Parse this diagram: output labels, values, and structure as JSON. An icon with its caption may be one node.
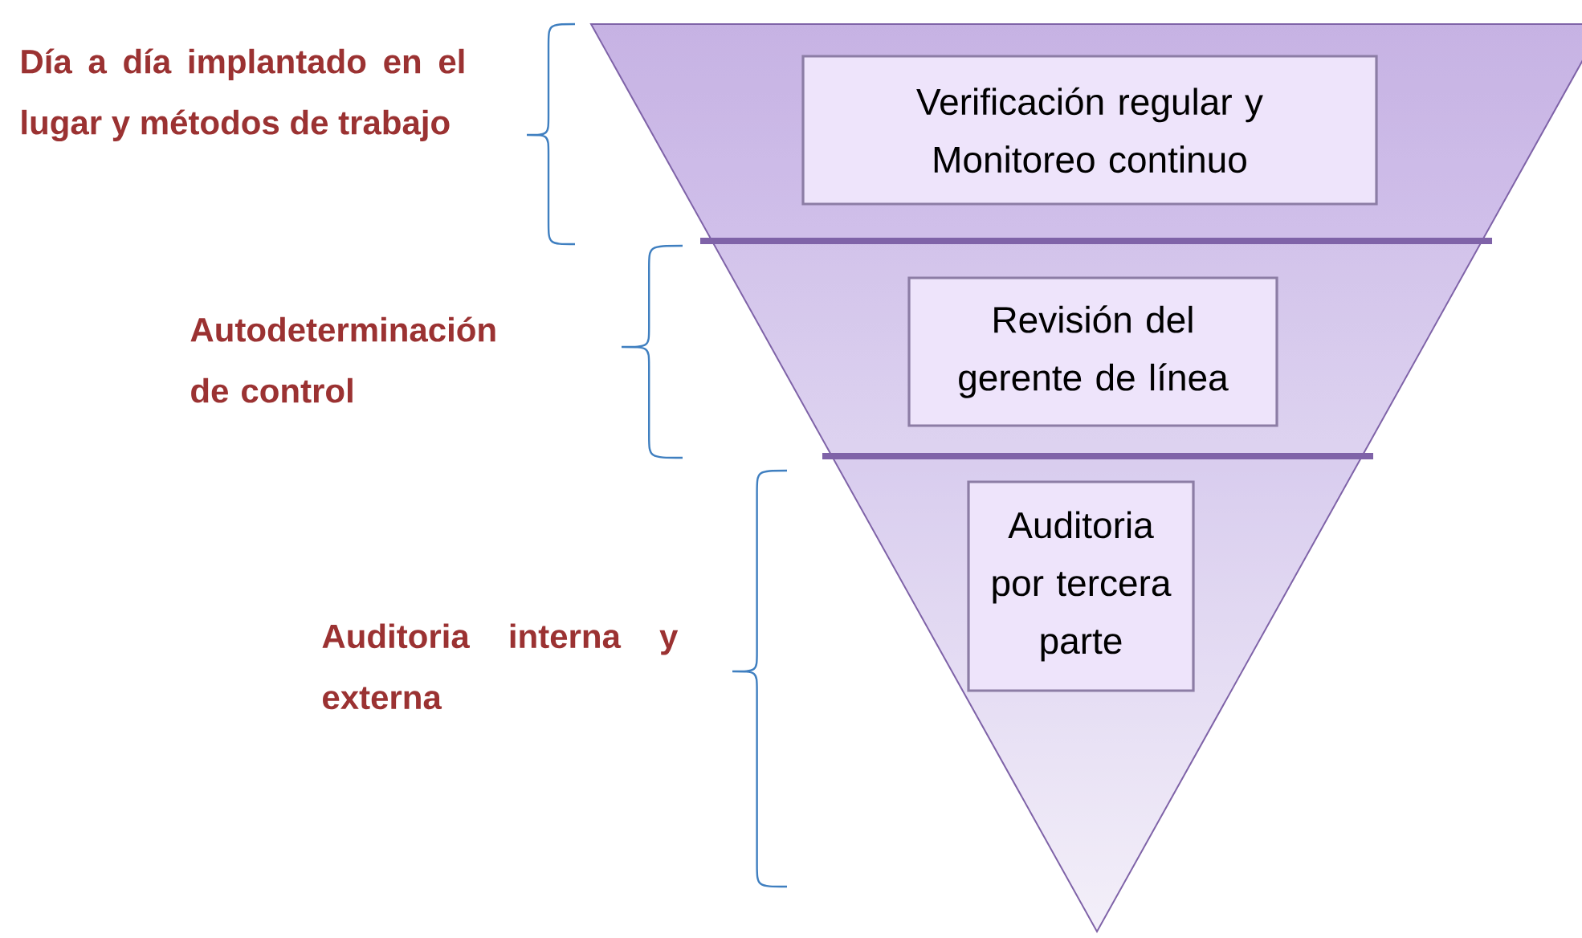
{
  "diagram": {
    "nodes": [
      {
        "text": [],
        "shape": "trapezoid"
      },
      {
        "text": [
          "Verificación  regular y Monitoreo continuo"
        ],
        "in": 0
      },
      {
        "text": [],
        "shape": "trapezoid"
      },
      {
        "text": [
          "Revisión del gerente de línea"
        ],
        "in": 2
      },
      {
        "text": [],
        "shape": "triangle"
      },
      {
        "text": [
          "Auditoria por tercera parte"
        ],
        "in": 4
      }
    ],
    "edges": [],
    "labels": [
      "Día a día implantado en el lugar y métodos de trabajo",
      "Autodeterminación de control",
      "Auditoria interna y externa"
    ]
  }
}
